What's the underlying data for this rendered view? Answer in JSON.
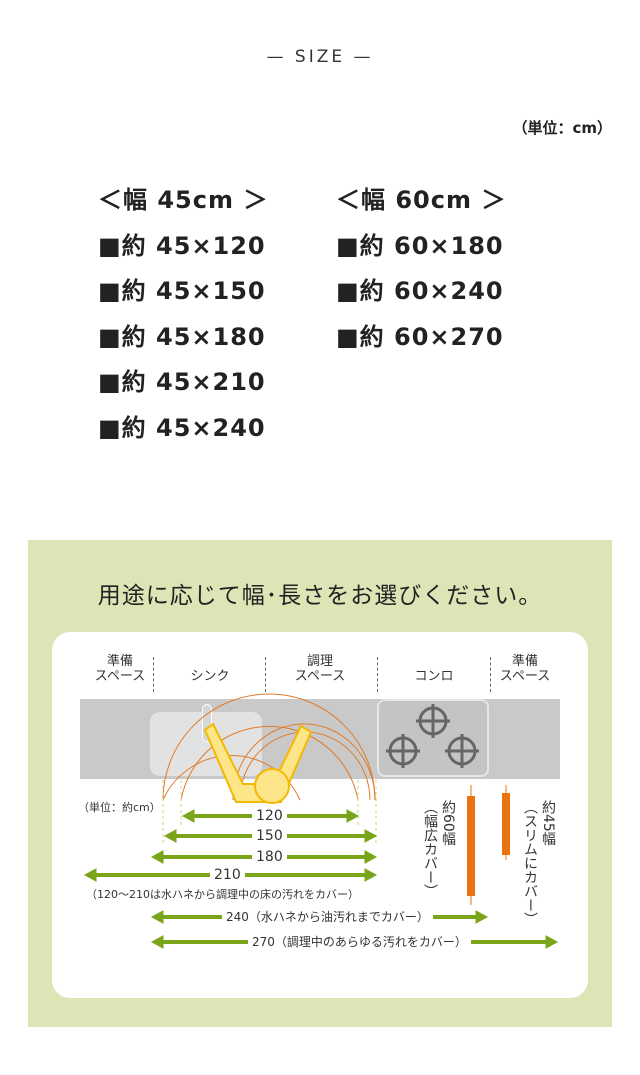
{
  "size_title": "— SIZE —",
  "unit": "（単位：cm）",
  "col45": {
    "header": "＜幅 45cm ＞",
    "items": [
      "■約 45×120",
      "■約 45×150",
      "■約 45×180",
      "■約 45×210",
      "■約 45×240"
    ]
  },
  "col60": {
    "header": "＜幅 60cm ＞",
    "items": [
      "■約 60×180",
      "■約 60×240",
      "■約 60×270"
    ]
  },
  "guide": {
    "heading": "用途に応じて幅･長さをお選びください。",
    "zones": [
      {
        "line1": "準備",
        "line2": "スペース"
      },
      {
        "line1": "",
        "line2": "シンク"
      },
      {
        "line1": "調理",
        "line2": "スペース"
      },
      {
        "line1": "",
        "line2": "コンロ"
      },
      {
        "line1": "準備",
        "line2": "スペース"
      }
    ],
    "unit_note": "（単位：約cm）",
    "lengths": [
      {
        "label": "120"
      },
      {
        "label": "150"
      },
      {
        "label": "180"
      },
      {
        "label": "210"
      },
      {
        "label": "240（水ハネから油汚れまでカバー）"
      },
      {
        "label": "270（調理中のあらゆる汚れをカバー）"
      }
    ],
    "range_note": "（120～210は水ハネから調理中の床の汚れをカバー）",
    "width60": {
      "title": "約60幅",
      "sub": "（幅広カバー）"
    },
    "width45": {
      "title": "約45幅",
      "sub": "（スリムにカバー）"
    },
    "colors": {
      "bg": "#dde5b6",
      "arrow": "#7aa51b",
      "orange": "#e8730f"
    }
  }
}
